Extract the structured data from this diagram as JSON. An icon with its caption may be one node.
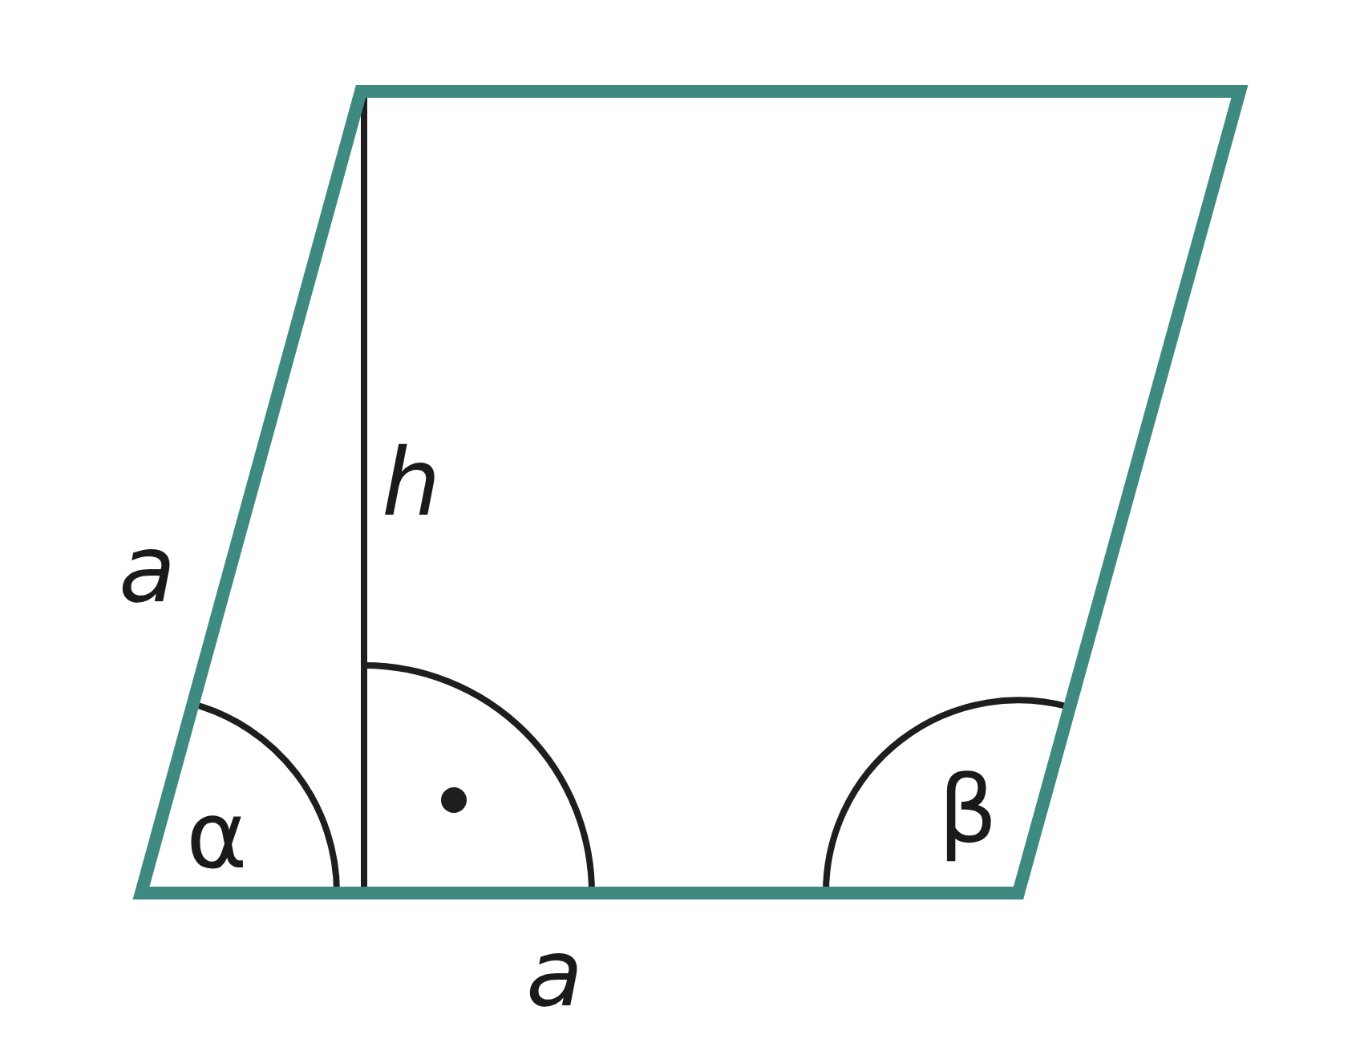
{
  "diagram": {
    "labels": [
      "h",
      "a",
      "β",
      "α",
      "a"
    ]
  }
}
